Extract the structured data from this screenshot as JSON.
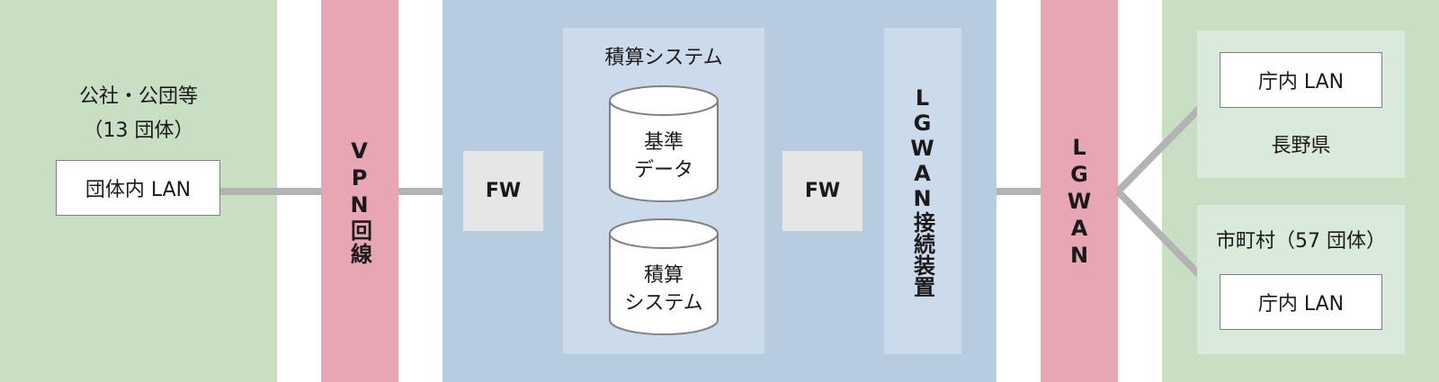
{
  "left_zone": {
    "group_title": "公社・公団等",
    "group_count": "（13 団体）",
    "lan_box": "団体内 LAN"
  },
  "vpn": {
    "label": "VPN回線"
  },
  "center_zone": {
    "fw_left": "FW",
    "fw_right": "FW",
    "system_title": "積算システム",
    "db_standard": "基準\nデータ",
    "db_system": "積算\nシステム",
    "lgwan_device": "LGWAN接続装置"
  },
  "lgwan": {
    "label": "LGWAN"
  },
  "right_zone": {
    "prefecture_lan": "庁内 LAN",
    "prefecture_name": "長野県",
    "municipal_title": "市町村（57 団体）",
    "municipal_lan": "庁内 LAN"
  },
  "colors": {
    "green_zone": "#c8dfc3",
    "green_inner": "#daeada",
    "pink_band": "#e8a5b3",
    "blue_zone": "#b8cce0",
    "blue_inner": "#ccdbeb",
    "connector": "#b3b3b3"
  }
}
